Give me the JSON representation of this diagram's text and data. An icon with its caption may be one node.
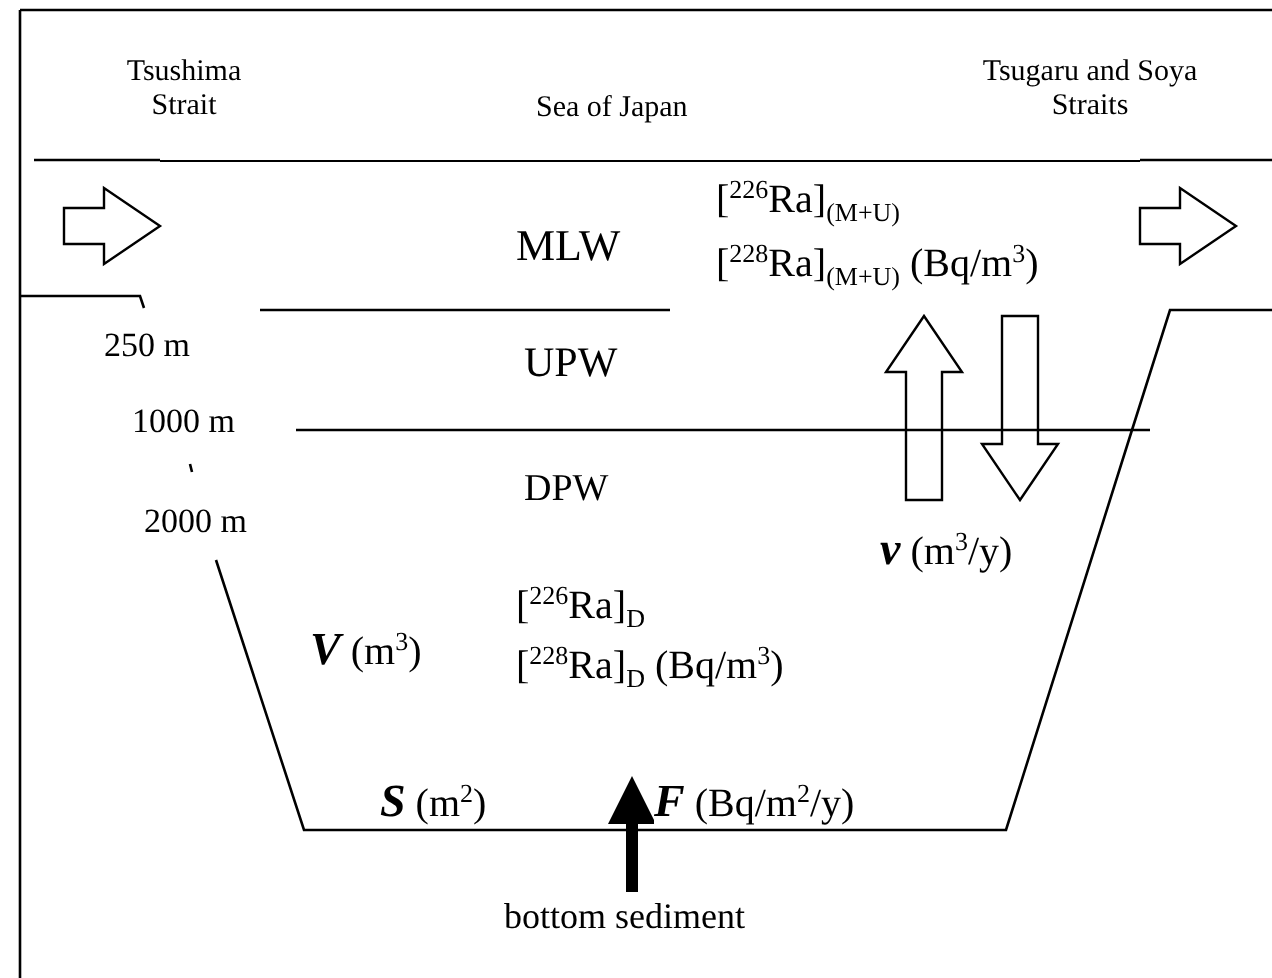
{
  "diagram": {
    "nodes": [
      {
        "text": [
          "MLW",
          "[$^{226}$Ra]$_{(M+U)}$",
          "[$^{228}$Ra]$_{(M+U)}$ (Bq/m$^{3}$)"
        ]
      },
      {
        "text": [
          "UPW"
        ]
      },
      {
        "text": [
          "DPW",
          "**V** (m$^{3}$)",
          "[$^{226}$Ra]$_{D}$",
          "[$^{228}$Ra]$_{D}$ (Bq/m$^{3}$)",
          "**S** (m$^{2}$)"
        ]
      },
      {
        "text": [
          "bottom sediment"
        ]
      }
    ],
    "edges": [
      {
        "from": null,
        "to": 0,
        "arrow": "to"
      },
      {
        "from": 0,
        "to": null,
        "arrow": "to"
      },
      {
        "from": 2,
        "to": 0,
        "arrow": "to"
      },
      {
        "from": 0,
        "to": 2,
        "arrow": "to",
        "label": "**v** (m$^{3}$/y)"
      },
      {
        "from": 3,
        "to": 2,
        "arrow": "to",
        "label": "**F** (Bq/m$^{2}$/y)"
      }
    ],
    "labels": [
      "Tsushima Strait",
      "Sea of Japan",
      "Tsugaru and Soya Straits",
      "250 m",
      "1000 m",
      "2000 m"
    ]
  }
}
